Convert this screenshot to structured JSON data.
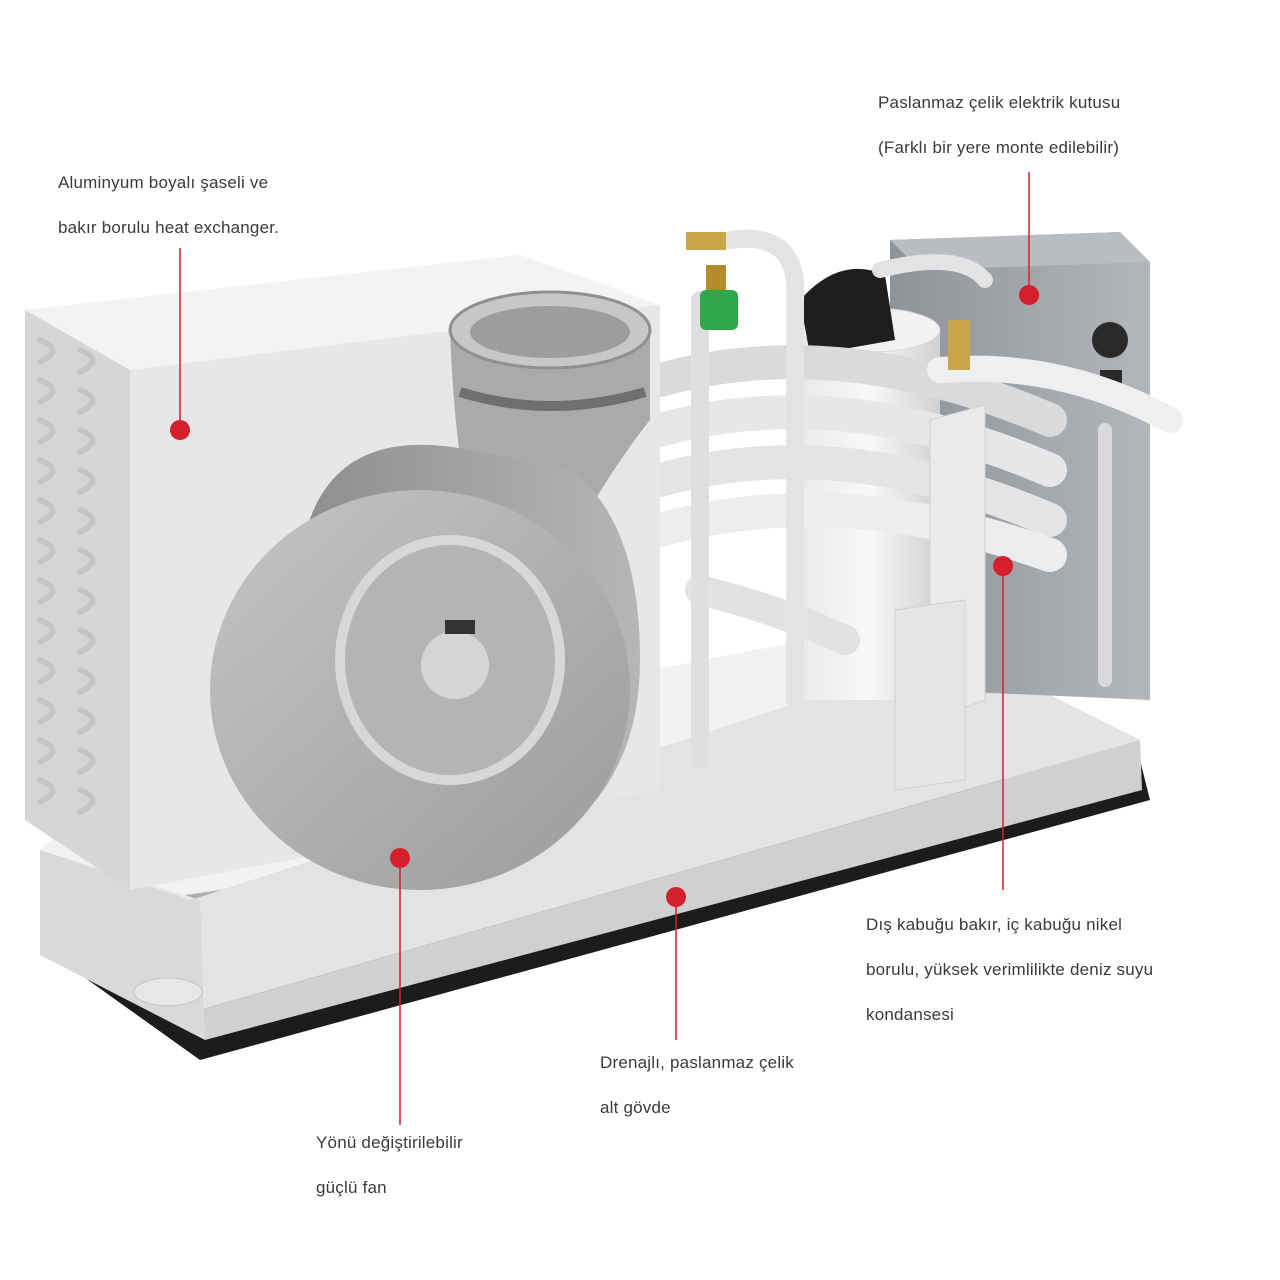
{
  "colors": {
    "callout": "#d61f2c",
    "label_text": "#3a3a3a",
    "cabinet": "#e6e7e9",
    "fan": "#a9aaac",
    "electric_box": "#9fa3a8",
    "base_shadow": "#1c1c1c"
  },
  "callouts": {
    "heat_exchanger": {
      "lines": [
        "Aluminyum boyalı şaseli ve",
        "bakır borulu heat exchanger."
      ]
    },
    "electric_box": {
      "lines": [
        "Paslanmaz çelik elektrik kutusu",
        "(Farklı bir yere monte edilebilir)"
      ]
    },
    "condenser": {
      "lines": [
        "Dış kabuğu bakır, iç kabuğu nikel",
        "borulu, yüksek verimlilikte deniz suyu",
        "kondansesi"
      ]
    },
    "base": {
      "lines": [
        "Drenajlı, paslanmaz çelik",
        "alt gövde"
      ]
    },
    "fan": {
      "lines": [
        "Yönü değiştirilebilir",
        "güçlü fan"
      ]
    }
  }
}
